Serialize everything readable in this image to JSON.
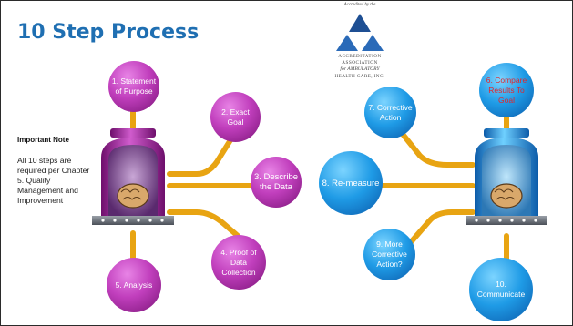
{
  "slide": {
    "title": "10 Step Process"
  },
  "logo": {
    "tagline": "Accredited by the",
    "line1": "ACCREDITATION",
    "line2": "ASSOCIATION",
    "line3": "for AMBULATORY",
    "line4": "HEALTH CARE, INC."
  },
  "note": {
    "title": "Important Note",
    "body": "All 10 steps are required per Chapter 5. Quality Management and Improvement"
  },
  "steps": [
    {
      "label": "1. Statement of Purpose"
    },
    {
      "label": "2. Exact Goal"
    },
    {
      "label": "3. Describe the Data"
    },
    {
      "label": "4. Proof of Data Collection"
    },
    {
      "label": "5. Analysis"
    },
    {
      "label": "6. Compare Results To Goal"
    },
    {
      "label": "7. Corrective Action"
    },
    {
      "label": "8. Re-measure"
    },
    {
      "label": "9. More Corrective Action?"
    },
    {
      "label": "10. Communicate"
    }
  ],
  "colors": {
    "title": "#1f6fb2",
    "connector": "#e8a412",
    "purple_node": "#b336b0",
    "blue_node": "#1f9be6",
    "step6_text": "#e3262b"
  }
}
